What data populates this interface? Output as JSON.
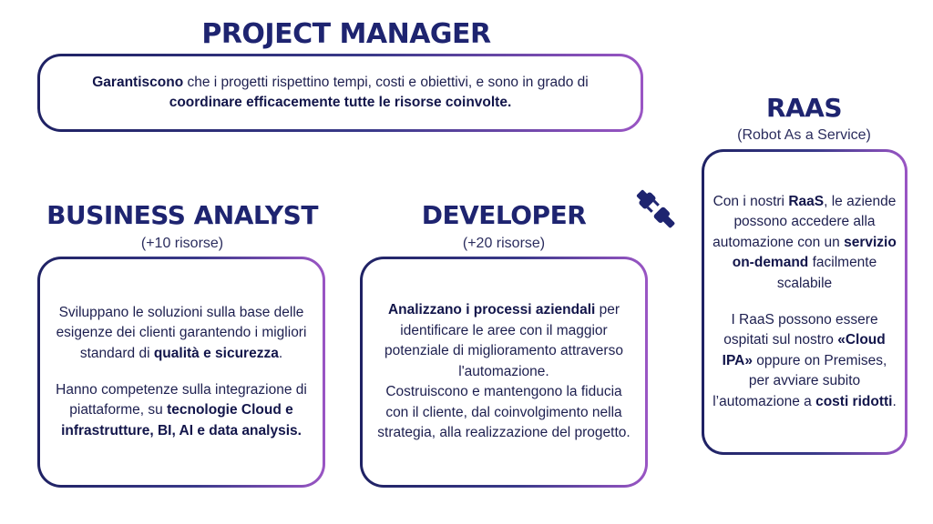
{
  "project_manager": {
    "title": "PROJECT MANAGER",
    "text": {
      "lead": "Garantiscono",
      "rest": " che i progetti rispettino tempi, costi e obiettivi, e sono in grado di ",
      "strong": "coordinare efficacemente tutte le risorse coinvolte."
    }
  },
  "business_analyst": {
    "title": "BUSINESS ANALYST",
    "subtitle": "(+10 risorse)",
    "p1": {
      "text": "Sviluppano le soluzioni sulla base delle esigenze dei clienti garantendo i migliori standard di ",
      "strong": "qualità e sicurezza",
      "end": "."
    },
    "p2": {
      "text": "Hanno competenze sulla integrazione di piattaforme, su ",
      "strong": "tecnologie Cloud e infrastrutture, BI, AI e data analysis."
    }
  },
  "developer": {
    "title": "DEVELOPER",
    "subtitle": "(+20 risorse)",
    "p1": {
      "strong": "Analizzano i processi aziendali",
      "text": " per identificare le aree con il maggior potenziale di miglioramento attraverso l'automazione."
    },
    "p2": "Costruiscono e mantengono la fiducia con il cliente, dal coinvolgimento nella strategia, alla realizzazione del progetto."
  },
  "raas": {
    "title": "RAAS",
    "subtitle": "(Robot As a Service)",
    "p1": {
      "a": "Con i nostri ",
      "b": "RaaS",
      "c": ", le aziende possono accedere alla automazione con un ",
      "d": "servizio on-demand",
      "e": " facilmente scalabile"
    },
    "p2": {
      "a": "I RaaS possono essere ospitati sul nostro ",
      "b": "«Cloud IPA»",
      "c": " oppure on Premises, per avviare subito l’automazione a ",
      "d": "costi ridotti",
      "e": "."
    }
  },
  "icons": {
    "connector": "plug-socket-icon"
  },
  "colors": {
    "primary": "#1e2470",
    "accent": "#9a55c4"
  }
}
